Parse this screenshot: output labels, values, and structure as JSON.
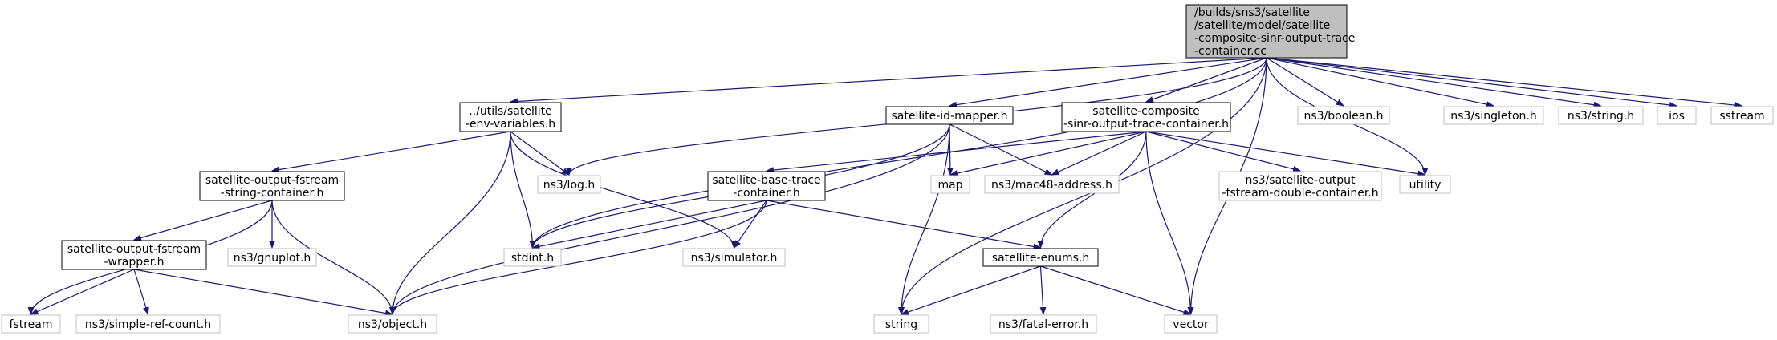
{
  "colors": {
    "edge": "#191970",
    "root_fill": "#bfbfbf",
    "local_border": "#000000",
    "system_border": "#bfbfbf",
    "background": "#ffffff"
  },
  "nodes": [
    {
      "id": "root",
      "kind": "root",
      "lines": [
        "/builds/sns3/satellite",
        "/satellite/model/satellite",
        "-composite-sinr-output-trace",
        "-container.cc"
      ]
    },
    {
      "id": "utils_env",
      "kind": "local",
      "lines": [
        "../utils/satellite",
        "-env-variables.h"
      ]
    },
    {
      "id": "id_mapper",
      "kind": "local",
      "lines": [
        "satellite-id-mapper.h"
      ]
    },
    {
      "id": "composite_sinr",
      "kind": "local",
      "lines": [
        "satellite-composite",
        "-sinr-output-trace-container.h"
      ]
    },
    {
      "id": "ns3_boolean",
      "kind": "system",
      "lines": [
        "ns3/boolean.h"
      ]
    },
    {
      "id": "ns3_singleton",
      "kind": "system",
      "lines": [
        "ns3/singleton.h"
      ]
    },
    {
      "id": "ns3_string",
      "kind": "system",
      "lines": [
        "ns3/string.h"
      ]
    },
    {
      "id": "ios",
      "kind": "system",
      "lines": [
        "ios"
      ]
    },
    {
      "id": "sstream",
      "kind": "system",
      "lines": [
        "sstream"
      ]
    },
    {
      "id": "fstream_string",
      "kind": "local",
      "lines": [
        "satellite-output-fstream",
        "-string-container.h"
      ]
    },
    {
      "id": "ns3_log",
      "kind": "system",
      "lines": [
        "ns3/log.h"
      ]
    },
    {
      "id": "map",
      "kind": "system",
      "lines": [
        "map"
      ]
    },
    {
      "id": "mac48",
      "kind": "system",
      "lines": [
        "ns3/mac48-address.h"
      ]
    },
    {
      "id": "fstream_double",
      "kind": "system",
      "lines": [
        "ns3/satellite-output",
        "-fstream-double-container.h"
      ]
    },
    {
      "id": "utility",
      "kind": "system",
      "lines": [
        "utility"
      ]
    },
    {
      "id": "base_trace",
      "kind": "local",
      "lines": [
        "satellite-base-trace",
        "-container.h"
      ]
    },
    {
      "id": "fstream_wrapper",
      "kind": "local",
      "lines": [
        "satellite-output-fstream",
        "-wrapper.h"
      ]
    },
    {
      "id": "gnuplot",
      "kind": "system",
      "lines": [
        "ns3/gnuplot.h"
      ]
    },
    {
      "id": "stdint",
      "kind": "system",
      "lines": [
        "stdint.h"
      ]
    },
    {
      "id": "simulator",
      "kind": "system",
      "lines": [
        "ns3/simulator.h"
      ]
    },
    {
      "id": "enums",
      "kind": "local",
      "lines": [
        "satellite-enums.h"
      ]
    },
    {
      "id": "fstream",
      "kind": "system",
      "lines": [
        "fstream"
      ]
    },
    {
      "id": "simple_ref",
      "kind": "system",
      "lines": [
        "ns3/simple-ref-count.h"
      ]
    },
    {
      "id": "object",
      "kind": "system",
      "lines": [
        "ns3/object.h"
      ]
    },
    {
      "id": "string",
      "kind": "system",
      "lines": [
        "string"
      ]
    },
    {
      "id": "fatal_error",
      "kind": "system",
      "lines": [
        "ns3/fatal-error.h"
      ]
    },
    {
      "id": "vector",
      "kind": "system",
      "lines": [
        "vector"
      ]
    }
  ],
  "edges": [
    [
      "root",
      "utils_env"
    ],
    [
      "root",
      "id_mapper"
    ],
    [
      "root",
      "composite_sinr"
    ],
    [
      "root",
      "ns3_boolean"
    ],
    [
      "root",
      "ns3_singleton"
    ],
    [
      "root",
      "ns3_string"
    ],
    [
      "root",
      "ios"
    ],
    [
      "root",
      "sstream"
    ],
    [
      "root",
      "ns3_log"
    ],
    [
      "root",
      "stdint"
    ],
    [
      "root",
      "string"
    ],
    [
      "root",
      "utility"
    ],
    [
      "root",
      "vector"
    ],
    [
      "utils_env",
      "fstream_string"
    ],
    [
      "utils_env",
      "ns3_log"
    ],
    [
      "utils_env",
      "stdint"
    ],
    [
      "utils_env",
      "simulator"
    ],
    [
      "utils_env",
      "object"
    ],
    [
      "id_mapper",
      "stdint"
    ],
    [
      "id_mapper",
      "map"
    ],
    [
      "id_mapper",
      "mac48"
    ],
    [
      "id_mapper",
      "string"
    ],
    [
      "id_mapper",
      "object"
    ],
    [
      "composite_sinr",
      "base_trace"
    ],
    [
      "composite_sinr",
      "map"
    ],
    [
      "composite_sinr",
      "mac48"
    ],
    [
      "composite_sinr",
      "fstream_double"
    ],
    [
      "composite_sinr",
      "utility"
    ],
    [
      "composite_sinr",
      "enums"
    ],
    [
      "composite_sinr",
      "vector"
    ],
    [
      "fstream_string",
      "fstream_wrapper"
    ],
    [
      "fstream_string",
      "gnuplot"
    ],
    [
      "fstream_string",
      "fstream"
    ],
    [
      "fstream_string",
      "object"
    ],
    [
      "base_trace",
      "stdint"
    ],
    [
      "base_trace",
      "simulator"
    ],
    [
      "base_trace",
      "enums"
    ],
    [
      "base_trace",
      "object"
    ],
    [
      "fstream_wrapper",
      "fstream"
    ],
    [
      "fstream_wrapper",
      "simple_ref"
    ],
    [
      "fstream_wrapper",
      "object"
    ],
    [
      "enums",
      "string"
    ],
    [
      "enums",
      "fatal_error"
    ],
    [
      "enums",
      "vector"
    ]
  ]
}
